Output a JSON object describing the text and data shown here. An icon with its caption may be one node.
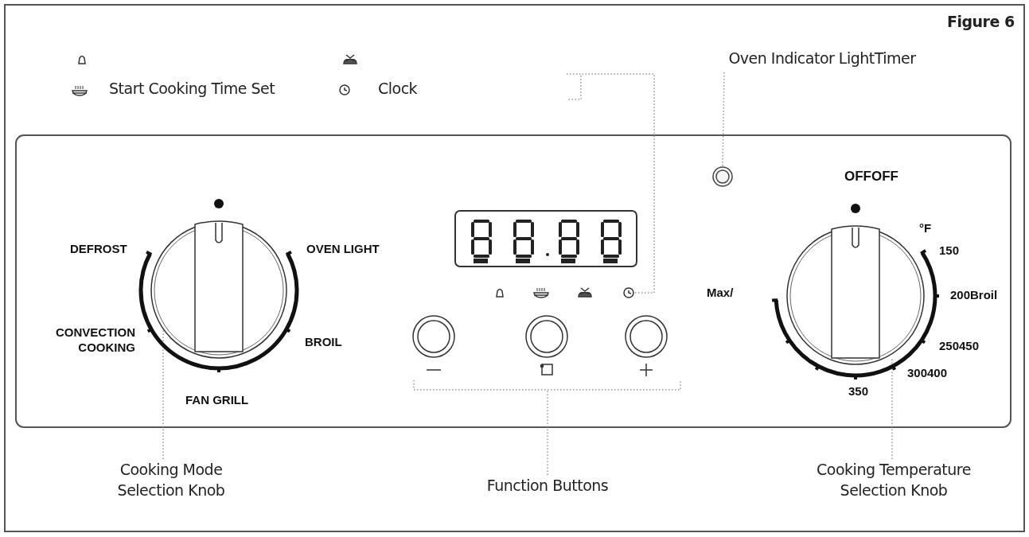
{
  "diagram": {
    "nodes": [
      {
        "text": [
          "Oven Indicator LightTimer"
        ]
      },
      {
        "text": [],
        "shape": "circle"
      },
      {
        "text": [
          "Cooking Mode Selection Knob"
        ]
      },
      {
        "text": [],
        "shape": "circle"
      },
      {
        "text": [
          "Function Buttons"
        ]
      },
      {
        "text": [
          "Cooking Temperature Selection Knob"
        ]
      },
      {
        "text": [],
        "shape": "circle"
      }
    ],
    "edges": [
      {
        "from": 0,
        "to": 1,
        "arrow": "none"
      },
      {
        "from": 2,
        "to": 3,
        "arrow": "none"
      },
      {
        "from": 4,
        "to": null,
        "arrow": "none"
      },
      {
        "from": 5,
        "to": 6,
        "arrow": "none"
      }
    ],
    "labels": [
      "Figure 6",
      "Start Cooking Time Set",
      "Clock",
      "DEFROST",
      "OVEN LIGHT",
      "CONVECTION COOKING",
      "BROIL",
      "FAN GRILL",
      "OFFOFF",
      "°F",
      "150",
      "Max/",
      "200Broil",
      "250450",
      "300400",
      "350"
    ]
  }
}
